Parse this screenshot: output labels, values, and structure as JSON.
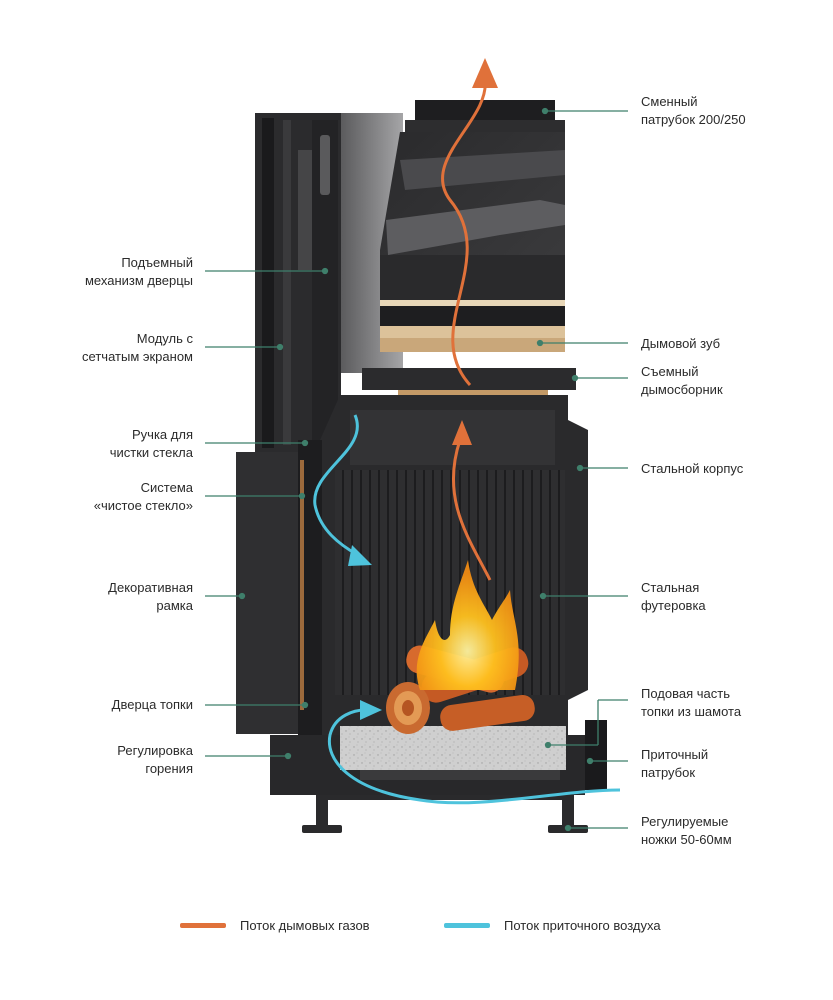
{
  "labels_left": [
    {
      "id": "lift",
      "text": "Подъемный\nмеханизм дверцы"
    },
    {
      "id": "mesh",
      "text": "Модуль с\nсетчатым экраном"
    },
    {
      "id": "handle",
      "text": "Ручка для\nчистки стекла"
    },
    {
      "id": "clean",
      "text": "Система\n«чистое стекло»"
    },
    {
      "id": "frame",
      "text": "Декоративная\nрамка"
    },
    {
      "id": "door",
      "text": "Дверца топки"
    },
    {
      "id": "regul",
      "text": "Регулировка\nгорения"
    }
  ],
  "labels_right": [
    {
      "id": "pipe",
      "text": "Сменный\nпатрубок 200/250"
    },
    {
      "id": "tooth",
      "text": "Дымовой зуб"
    },
    {
      "id": "collector",
      "text": "Съемный\nдымосборник"
    },
    {
      "id": "body",
      "text": "Стальной корпус"
    },
    {
      "id": "lining",
      "text": "Стальная\nфутеровка"
    },
    {
      "id": "hearth",
      "text": "Подовая часть\nтопки из шамота"
    },
    {
      "id": "inlet",
      "text": "Приточный\nпатрубок"
    },
    {
      "id": "legs",
      "text": "Регулируемые\nножки 50-60мм"
    }
  ],
  "legend": [
    {
      "id": "smoke",
      "text": "Поток дымовых газов",
      "color": "#e0713a"
    },
    {
      "id": "air",
      "text": "Поток приточного воздуха",
      "color": "#4ec3dc"
    }
  ],
  "colors": {
    "leader": "#3f7f6b",
    "smoke_flow": "#e0713a",
    "air_flow": "#4ec3dc",
    "steel": "#2f2f31",
    "fire": "#f5a21b",
    "chamotte": "#c9c9c9"
  }
}
